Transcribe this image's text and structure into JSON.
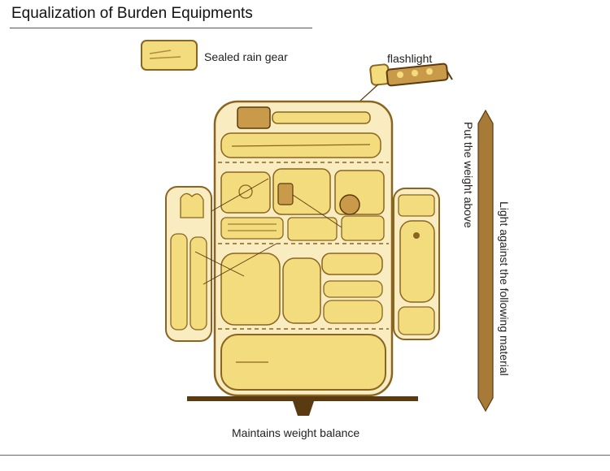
{
  "title": "Equalization of Burden Equipments",
  "labels": {
    "rain_gear": "Sealed rain gear",
    "flashlight": "flashlight",
    "balance": "Maintains weight balance",
    "put_weight": "Put the weight above",
    "light_against": "Light against the following material"
  },
  "colors": {
    "outline": "#8a6420",
    "fill": "#f3dc7e",
    "fill_light": "#f8ecc0",
    "arrow": "#9a6a2a",
    "stroke_dark": "#5a3a10"
  },
  "icons": [
    "rain-gear-icon",
    "flashlight-icon",
    "backpack-icon",
    "balance-board-icon",
    "vertical-arrow-icon"
  ]
}
